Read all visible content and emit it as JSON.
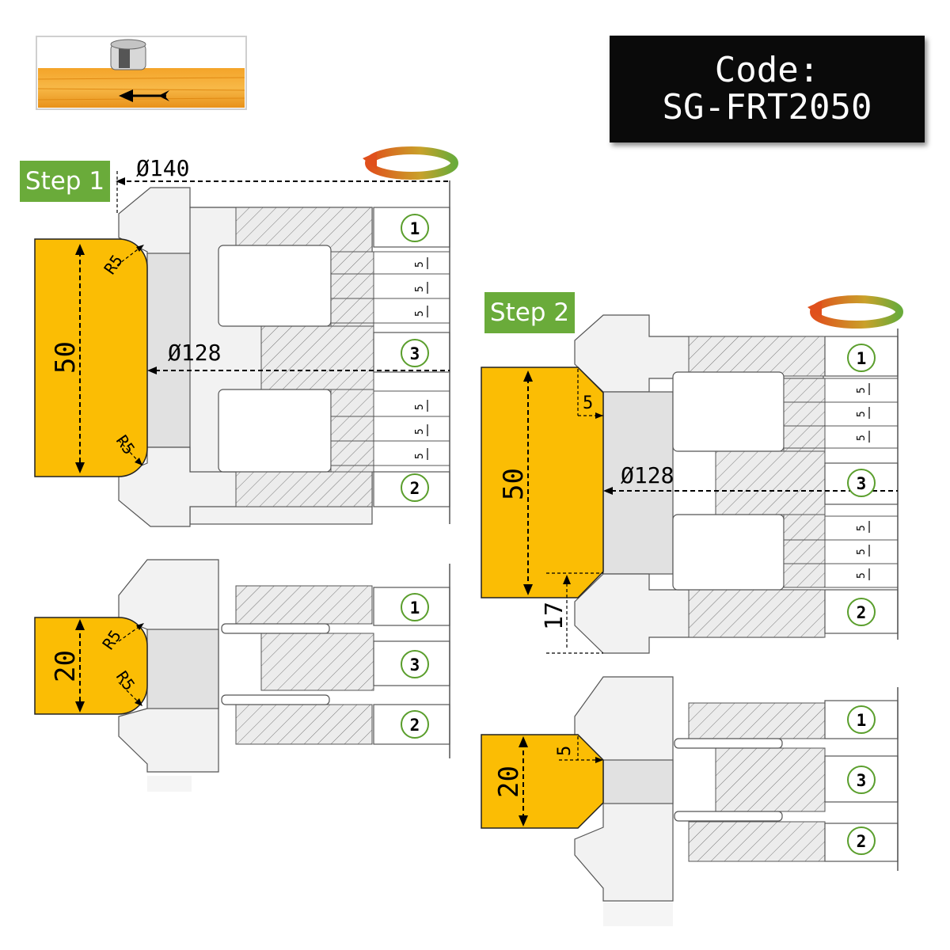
{
  "code": {
    "line1": "Code:",
    "line2": "SG-FRT2050"
  },
  "step1": {
    "label": "Step 1",
    "top_view": {
      "outer_diameter": "Ø140",
      "inner_diameter": "Ø128",
      "height": "50",
      "radius_top": "R5",
      "radius_bottom": "R5",
      "spacer_labels": [
        "5",
        "5",
        "5",
        "5",
        "5",
        "5"
      ],
      "parts": [
        "1",
        "3",
        "2"
      ]
    },
    "bottom_view": {
      "height": "20",
      "radius_top": "R5",
      "radius_bottom": "R5",
      "parts": [
        "1",
        "3",
        "2"
      ]
    }
  },
  "step2": {
    "label": "Step 2",
    "top_view": {
      "inner_diameter": "Ø128",
      "height": "50",
      "chamfer_top": "5",
      "chamfer_bottom": "17",
      "spacer_labels": [
        "5",
        "5",
        "5",
        "5",
        "5",
        "5"
      ],
      "parts": [
        "1",
        "3",
        "2"
      ]
    },
    "bottom_view": {
      "height": "20",
      "chamfer": "5",
      "parts": [
        "1",
        "3",
        "2"
      ]
    }
  },
  "colors": {
    "workpiece": "#fbbd04",
    "step_badge": "#6aab3a",
    "code_box": "#0a0a0a",
    "rotation_arrow": "#e0501c"
  },
  "icons": [
    "feed-direction-thumbnail",
    "rotation-arrow-icon"
  ]
}
